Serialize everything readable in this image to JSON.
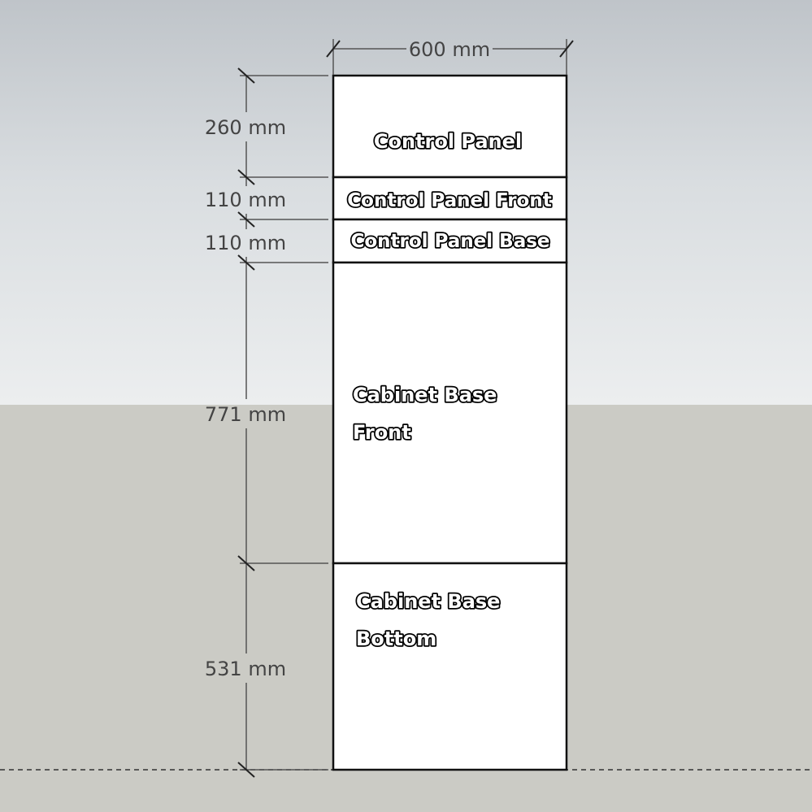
{
  "colors": {
    "dimension_line": "#555555",
    "panel_outline": "#111111",
    "panel_fill": "#ffffff",
    "dimension_text": "#444444"
  },
  "panels": [
    {
      "key": "control-panel",
      "label_lines": [
        "Control Panel"
      ]
    },
    {
      "key": "control-panel-front",
      "label_lines": [
        "Control Panel Front"
      ]
    },
    {
      "key": "control-panel-base",
      "label_lines": [
        "Control Panel Base"
      ]
    },
    {
      "key": "cabinet-base-front",
      "label_lines": [
        "Cabinet Base",
        "Front"
      ]
    },
    {
      "key": "cabinet-base-bottom",
      "label_lines": [
        "Cabinet Base",
        "Bottom"
      ]
    }
  ],
  "dimensions": {
    "width": "600 mm",
    "heights": [
      "260 mm",
      "110 mm",
      "110 mm",
      "771 mm",
      "531 mm"
    ]
  }
}
